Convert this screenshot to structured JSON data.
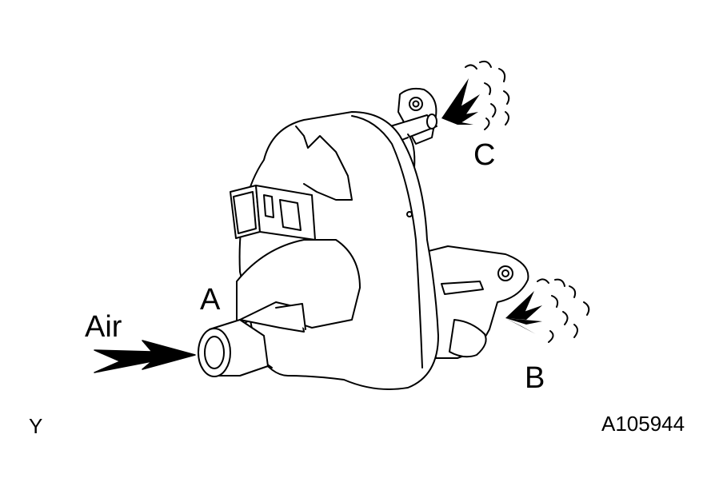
{
  "labels": {
    "air": "Air",
    "port_a": "A",
    "port_b": "B",
    "port_c": "C",
    "corner_mark": "Y",
    "figure_id": "A105944"
  },
  "icons": {
    "inlet_arrow": "arrow-right-icon",
    "spray_b": "air-spray-icon",
    "spray_c": "air-spray-icon"
  },
  "colors": {
    "line": "#000000",
    "background": "#ffffff"
  }
}
